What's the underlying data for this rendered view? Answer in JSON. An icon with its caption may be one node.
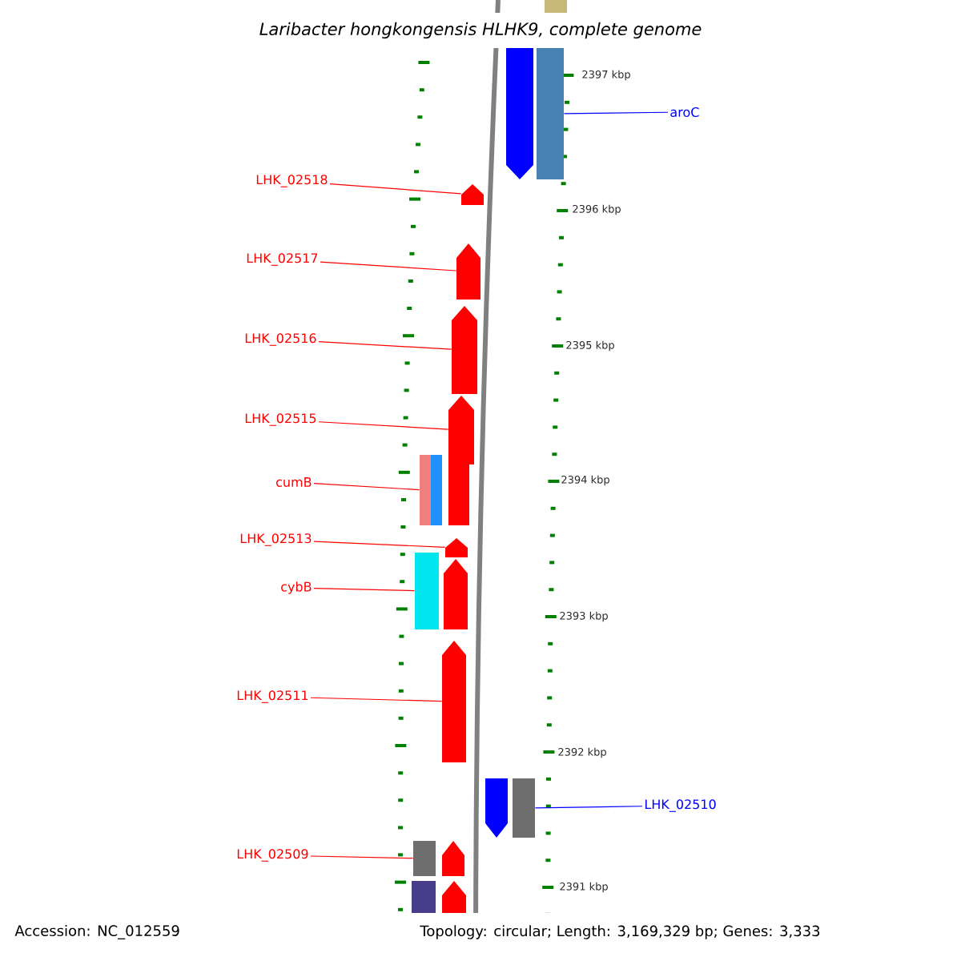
{
  "diagram": {
    "title": "Laribacter hongkongensis HLHK9, complete genome",
    "nodes": [
      {
        "text": [
          "aroC"
        ]
      },
      {
        "text": [
          "LHK_02518"
        ]
      },
      {
        "text": [
          "LHK_02517"
        ]
      },
      {
        "text": [
          "LHK_02516"
        ]
      },
      {
        "text": [
          "LHK_02515"
        ]
      },
      {
        "text": [
          "cumB"
        ]
      },
      {
        "text": [
          "LHK_02513"
        ]
      },
      {
        "text": [
          "cybB"
        ]
      },
      {
        "text": [
          "LHK_02511"
        ]
      },
      {
        "text": [
          "LHK_02510"
        ]
      },
      {
        "text": [
          "LHK_02509"
        ]
      },
      {
        "text": [],
        "shape": "pentagon"
      },
      {
        "text": [],
        "shape": "box"
      },
      {
        "text": [],
        "shape": "box"
      },
      {
        "text": [],
        "shape": "pentagon"
      },
      {
        "text": [],
        "shape": "pentagon"
      },
      {
        "text": [],
        "shape": "pentagon"
      },
      {
        "text": [],
        "shape": "pentagon"
      },
      {
        "text": [],
        "shape": "box"
      },
      {
        "text": [],
        "shape": "box"
      },
      {
        "text": [],
        "shape": "box"
      },
      {
        "text": [],
        "shape": "pentagon"
      },
      {
        "text": [],
        "shape": "box"
      },
      {
        "text": [],
        "shape": "pentagon"
      },
      {
        "text": [],
        "shape": "pentagon"
      },
      {
        "text": [],
        "shape": "pentagon"
      },
      {
        "text": [],
        "shape": "box"
      },
      {
        "text": [],
        "shape": "box"
      },
      {
        "text": [],
        "shape": "pentagon"
      },
      {
        "text": [],
        "shape": "box"
      },
      {
        "text": [],
        "shape": "pentagon"
      }
    ],
    "edges": [
      {
        "from": 0,
        "to": 12,
        "arrow": "none",
        "color": "#0000ff"
      },
      {
        "from": 1,
        "to": 14,
        "arrow": "none"
      },
      {
        "from": 2,
        "to": 15,
        "arrow": "none"
      },
      {
        "from": 3,
        "to": 16,
        "arrow": "none"
      },
      {
        "from": 4,
        "to": 17,
        "arrow": "none"
      },
      {
        "from": 5,
        "to": 18,
        "arrow": "none"
      },
      {
        "from": 6,
        "to": 21,
        "arrow": "none"
      },
      {
        "from": 7,
        "to": 22,
        "arrow": "none"
      },
      {
        "from": 8,
        "to": 24,
        "arrow": "none"
      },
      {
        "from": 9,
        "to": 26,
        "arrow": "none",
        "color": "#0000ff"
      },
      {
        "from": 10,
        "to": 27,
        "arrow": "none"
      }
    ],
    "labels": [
      "2397 kbp",
      "2396 kbp",
      "2395 kbp",
      "2394 kbp",
      "2393 kbp",
      "2392 kbp",
      "2391 kbp",
      "Accession: NC_012559",
      "Topology: circular; Length: 3,169,329 bp; Genes: 3,333"
    ]
  }
}
